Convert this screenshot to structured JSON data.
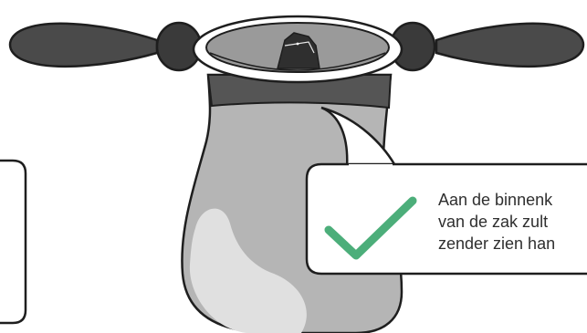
{
  "callout": {
    "lines": [
      "Aan de binnenk",
      "van de zak zult",
      "zender zien han"
    ]
  },
  "colors": {
    "outline": "#1e1e1e",
    "bag_body": "#b5b5b5",
    "bag_highlight": "#e0e0e0",
    "bag_dark": "#555555",
    "rim": "#ffffff",
    "rim_inner": "#9a9a9a",
    "handle": "#4a4a4a",
    "knob": "#3a3a3a",
    "check": "#4cae7a",
    "bubble": "#ffffff"
  },
  "icons": {
    "check": "checkmark-icon",
    "transmitter": "transmitter-icon"
  }
}
